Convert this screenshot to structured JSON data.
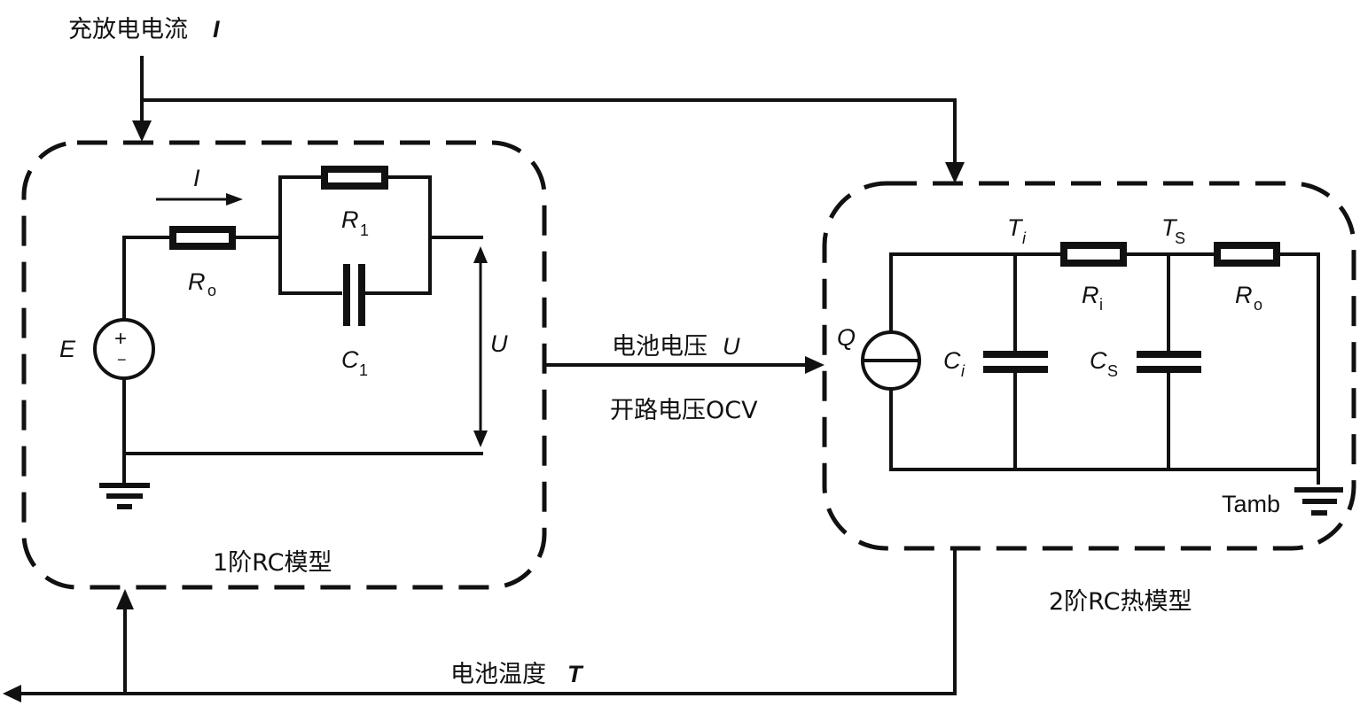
{
  "diagram": {
    "colors": {
      "line": "#111111",
      "background": "#ffffff"
    },
    "inputs": {
      "current_label": "充放电电流",
      "current_symbol": "I"
    },
    "rc_model": {
      "title": "1阶RC模型",
      "current_arrow_label": "I",
      "source_label": "E",
      "source_plus": "+",
      "source_minus": "−",
      "r0_label": "R",
      "r0_sub": "o",
      "r1_label": "R",
      "r1_sub": "1",
      "c1_label": "C",
      "c1_sub": "1",
      "u_label": "U"
    },
    "signals": {
      "voltage_label": "电池电压",
      "voltage_symbol": "U",
      "ocv_label": "开路电压OCV",
      "temp_label": "电池温度",
      "temp_symbol": "T"
    },
    "thermal_model": {
      "title": "2阶RC热模型",
      "q_label": "Q",
      "ti_label": "T",
      "ti_sub": "i",
      "ts_label": "T",
      "ts_sub": "S",
      "ri_label": "R",
      "ri_sub": "i",
      "ro_label": "R",
      "ro_sub": "o",
      "ci_label": "C",
      "ci_sub": "i",
      "cs_label": "C",
      "cs_sub": "S",
      "ground_label": "Tamb"
    }
  }
}
